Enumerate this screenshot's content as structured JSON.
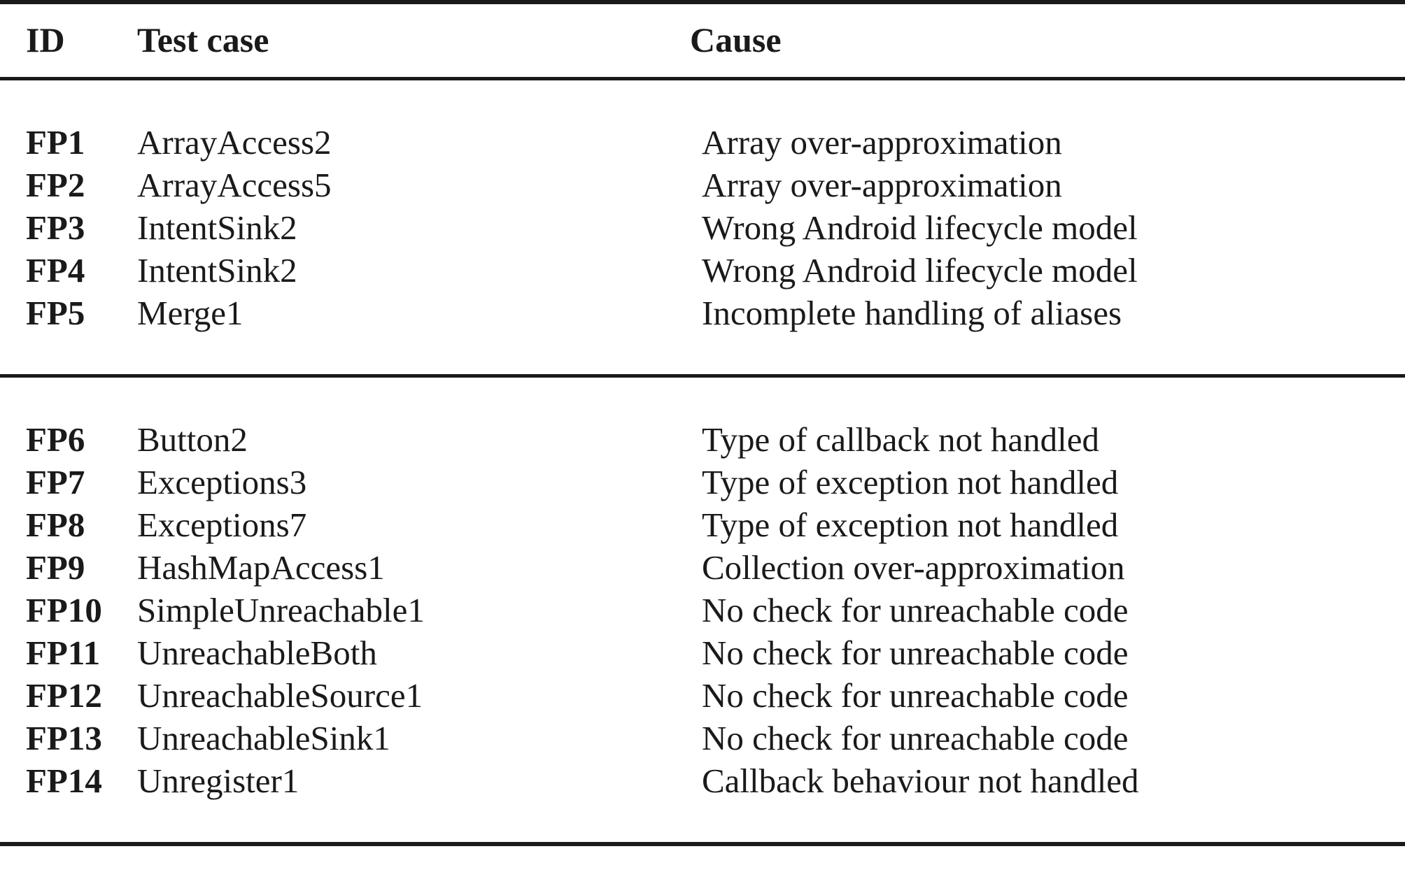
{
  "table": {
    "columns": [
      {
        "key": "id",
        "header": "ID"
      },
      {
        "key": "test_case",
        "header": "Test case"
      },
      {
        "key": "cause",
        "header": "Cause"
      }
    ],
    "sections": [
      {
        "name": "first-group",
        "rows": [
          {
            "id": "FP1",
            "test_case": "ArrayAccess2",
            "cause": "Array over-approximation"
          },
          {
            "id": "FP2",
            "test_case": "ArrayAccess5",
            "cause": "Array over-approximation"
          },
          {
            "id": "FP3",
            "test_case": "IntentSink2",
            "cause": "Wrong Android lifecycle model"
          },
          {
            "id": "FP4",
            "test_case": "IntentSink2",
            "cause": "Wrong Android lifecycle model"
          },
          {
            "id": "FP5",
            "test_case": "Merge1",
            "cause": "Incomplete handling of aliases"
          }
        ]
      },
      {
        "name": "second-group",
        "rows": [
          {
            "id": "FP6",
            "test_case": "Button2",
            "cause": "Type of callback not handled"
          },
          {
            "id": "FP7",
            "test_case": "Exceptions3",
            "cause": "Type of exception not handled"
          },
          {
            "id": "FP8",
            "test_case": "Exceptions7",
            "cause": "Type of exception not handled"
          },
          {
            "id": "FP9",
            "test_case": "HashMapAccess1",
            "cause": "Collection over-approximation"
          },
          {
            "id": "FP10",
            "test_case": "SimpleUnreachable1",
            "cause": "No check for unreachable code"
          },
          {
            "id": "FP11",
            "test_case": "UnreachableBoth",
            "cause": "No check for unreachable code"
          },
          {
            "id": "FP12",
            "test_case": "UnreachableSource1",
            "cause": "No check for unreachable code"
          },
          {
            "id": "FP13",
            "test_case": "UnreachableSink1",
            "cause": "No check for unreachable code"
          },
          {
            "id": "FP14",
            "test_case": "Unregister1",
            "cause": "Callback behaviour not handled"
          }
        ]
      }
    ],
    "colors": {
      "text": "#1a1a1a",
      "rule": "#1a1a1a",
      "background": "#ffffff"
    }
  }
}
